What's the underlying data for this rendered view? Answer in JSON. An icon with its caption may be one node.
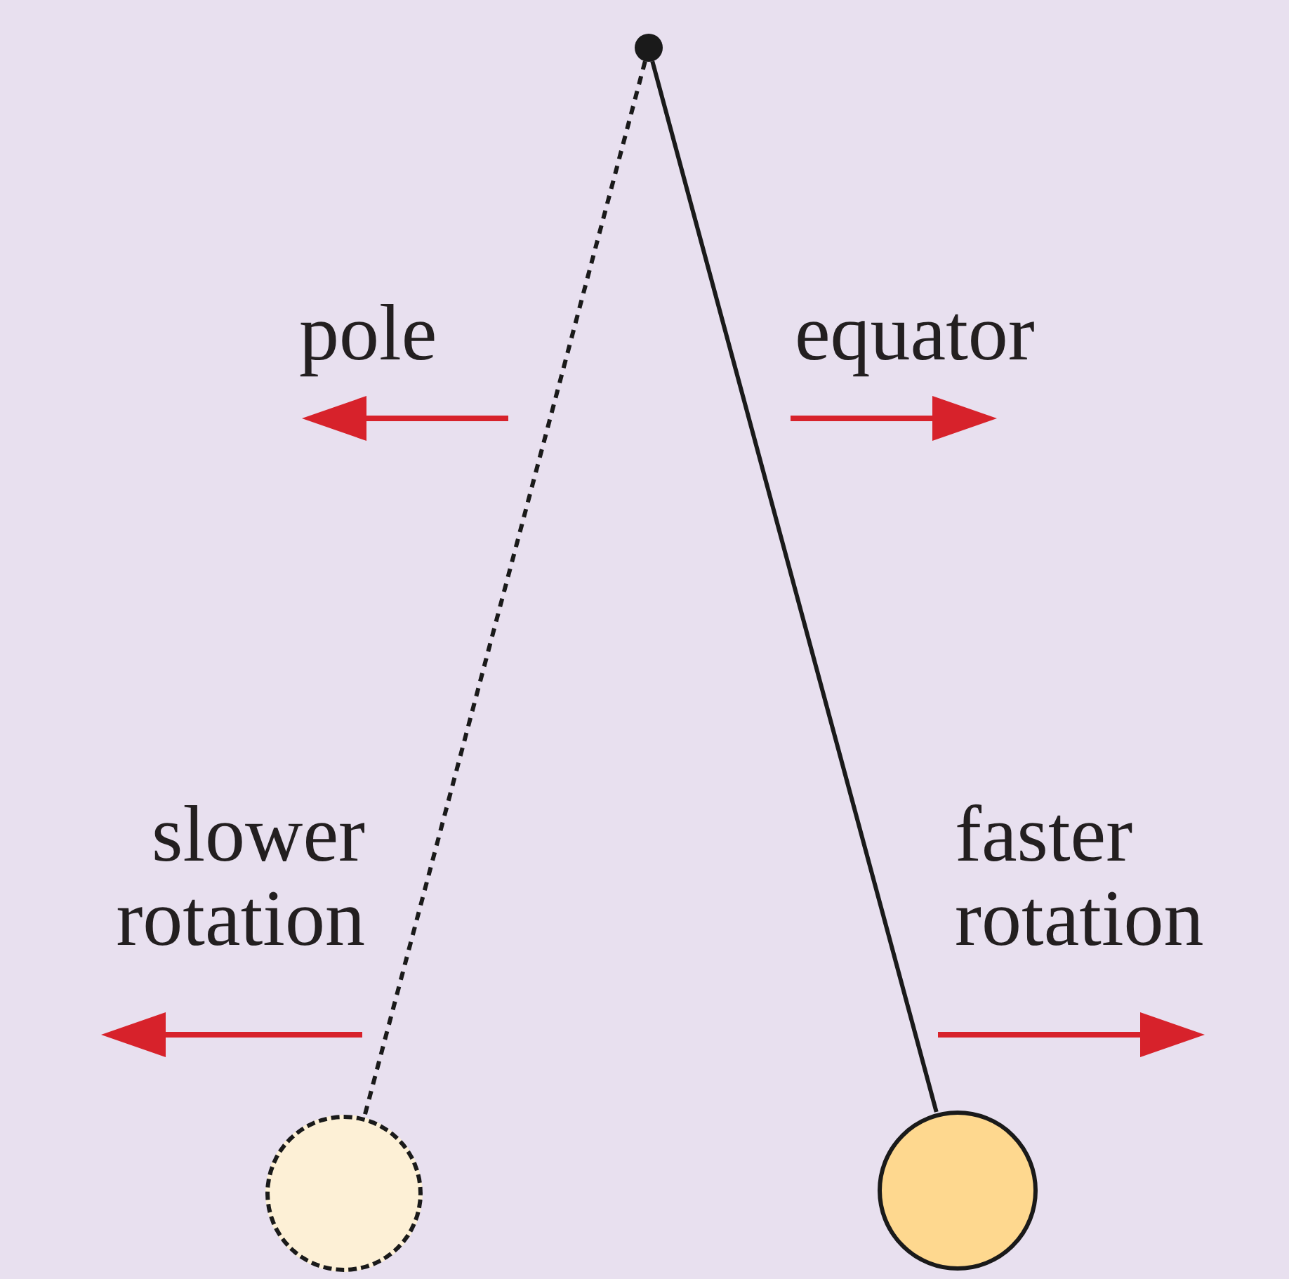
{
  "diagram": {
    "nodes": [
      {
        "text": [],
        "shape": "circle"
      },
      {
        "text": [],
        "shape": "circle"
      },
      {
        "text": [],
        "shape": "circle"
      }
    ],
    "edges": [
      {
        "from": 0,
        "to": 1,
        "arrow": "none",
        "style": "dashed"
      },
      {
        "from": 0,
        "to": 2,
        "arrow": "none"
      }
    ],
    "labels": [
      "pole",
      "equator",
      "slower rotation",
      "faster rotation"
    ]
  }
}
